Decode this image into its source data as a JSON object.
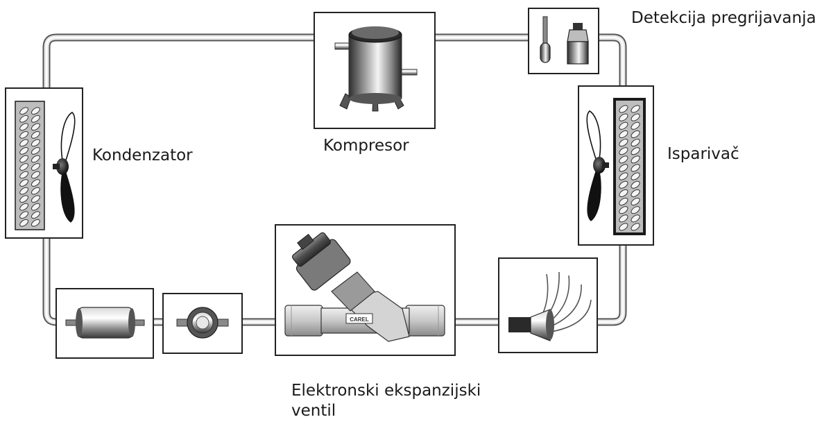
{
  "labels": {
    "superheat_detection": "Detekcija pregrijavanja",
    "compressor": "Kompresor",
    "condenser": "Kondenzator",
    "evaporator": "Isparivač",
    "eev": "Elektronski ekspanzijski ventil"
  },
  "valve_brand": "CAREL",
  "components": [
    "compressor",
    "superheat-sensors",
    "evaporator",
    "distributor",
    "expansion-valve",
    "sight-glass",
    "filter-drier",
    "condenser"
  ]
}
